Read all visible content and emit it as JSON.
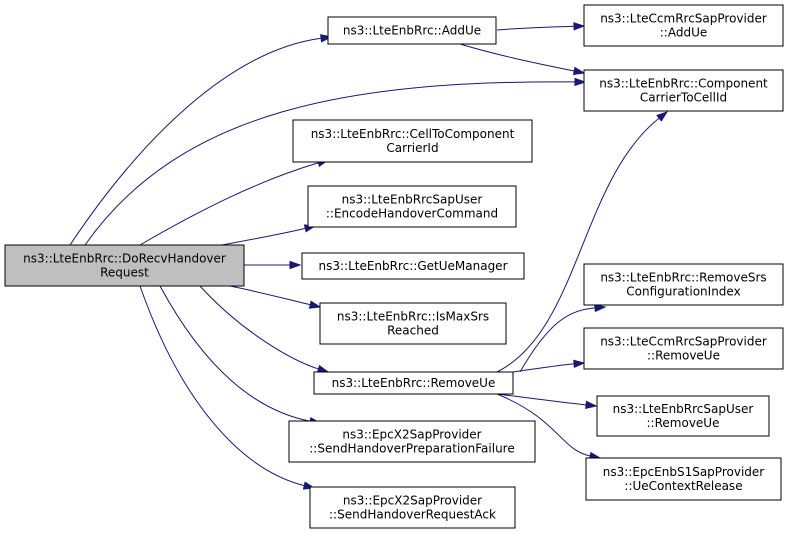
{
  "diagram": {
    "nodes": [
      {
        "id": "root",
        "lines": [
          "ns3::LteEnbRrc::DoRecvHandover",
          "Request"
        ]
      },
      {
        "id": "addue",
        "lines": [
          "ns3::LteEnbRrc::AddUe"
        ]
      },
      {
        "id": "ccm_addue",
        "lines": [
          "ns3::LteCcmRrcSapProvider",
          "::AddUe"
        ]
      },
      {
        "id": "cc_to_cell",
        "lines": [
          "ns3::LteEnbRrc::Component",
          "CarrierToCellId"
        ]
      },
      {
        "id": "cell_to_cc",
        "lines": [
          "ns3::LteEnbRrc::CellToComponent",
          "CarrierId"
        ]
      },
      {
        "id": "encode",
        "lines": [
          "ns3::LteEnbRrcSapUser",
          "::EncodeHandoverCommand"
        ]
      },
      {
        "id": "getue",
        "lines": [
          "ns3::LteEnbRrc::GetUeManager"
        ]
      },
      {
        "id": "ismaxsrs",
        "lines": [
          "ns3::LteEnbRrc::IsMaxSrs",
          "Reached"
        ]
      },
      {
        "id": "removeue",
        "lines": [
          "ns3::LteEnbRrc::RemoveUe"
        ]
      },
      {
        "id": "removesrs",
        "lines": [
          "ns3::LteEnbRrc::RemoveSrs",
          "ConfigurationIndex"
        ]
      },
      {
        "id": "ccm_removeue",
        "lines": [
          "ns3::LteCcmRrcSapProvider",
          "::RemoveUe"
        ]
      },
      {
        "id": "sap_removeue",
        "lines": [
          "ns3::LteEnbRrcSapUser",
          "::RemoveUe"
        ]
      },
      {
        "id": "uectx",
        "lines": [
          "ns3::EpcEnbS1SapProvider",
          "::UeContextRelease"
        ]
      },
      {
        "id": "prepfail",
        "lines": [
          "ns3::EpcX2SapProvider",
          "::SendHandoverPreparationFailure"
        ]
      },
      {
        "id": "reqack",
        "lines": [
          "ns3::EpcX2SapProvider",
          "::SendHandoverRequestAck"
        ]
      }
    ],
    "edges": [
      {
        "from": "root",
        "to": "addue"
      },
      {
        "from": "root",
        "to": "cc_to_cell"
      },
      {
        "from": "root",
        "to": "cell_to_cc"
      },
      {
        "from": "root",
        "to": "encode"
      },
      {
        "from": "root",
        "to": "getue"
      },
      {
        "from": "root",
        "to": "ismaxsrs"
      },
      {
        "from": "root",
        "to": "removeue"
      },
      {
        "from": "root",
        "to": "prepfail"
      },
      {
        "from": "root",
        "to": "reqack"
      },
      {
        "from": "addue",
        "to": "ccm_addue"
      },
      {
        "from": "addue",
        "to": "cc_to_cell"
      },
      {
        "from": "removeue",
        "to": "cc_to_cell"
      },
      {
        "from": "removeue",
        "to": "removesrs"
      },
      {
        "from": "removeue",
        "to": "ccm_removeue"
      },
      {
        "from": "removeue",
        "to": "sap_removeue"
      },
      {
        "from": "removeue",
        "to": "uectx"
      }
    ],
    "colors": {
      "edge": "#191970",
      "root_fill": "#bfbfbf",
      "node_fill": "#ffffff",
      "border": "#000000"
    }
  }
}
